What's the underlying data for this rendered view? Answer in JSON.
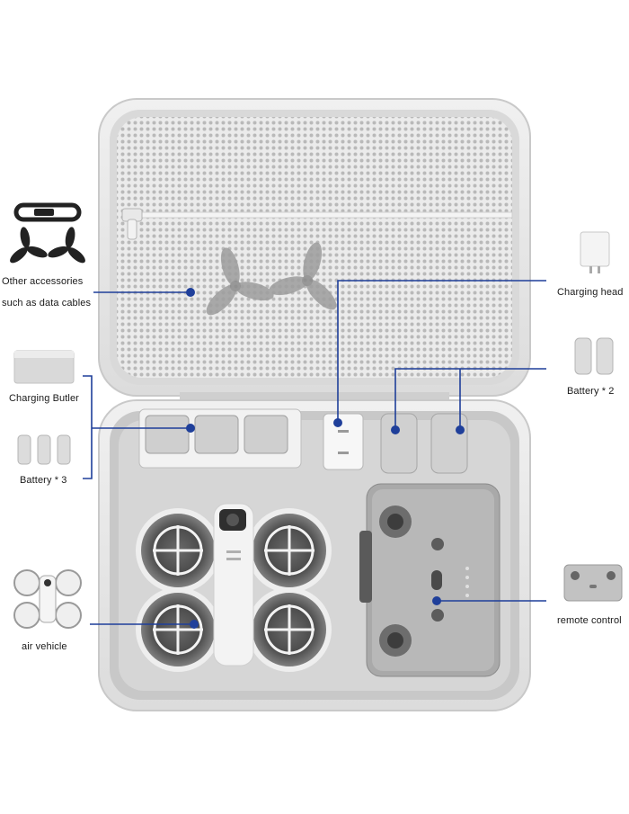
{
  "labels": {
    "accessories_line1": "Other accessories",
    "accessories_line2": "such as data cables",
    "charging_head": "Charging head",
    "battery_x2": "Battery * 2",
    "charging_butler": "Charging Butler",
    "battery_x3": "Battery * 3",
    "air_vehicle": "air vehicle",
    "remote_control": "remote control"
  },
  "colors": {
    "callout_line": "#1f3f9a",
    "case_shell": "#e4e4e4",
    "case_lining": "#cfcfcf",
    "accessory_gray": "#d4d4d4"
  }
}
